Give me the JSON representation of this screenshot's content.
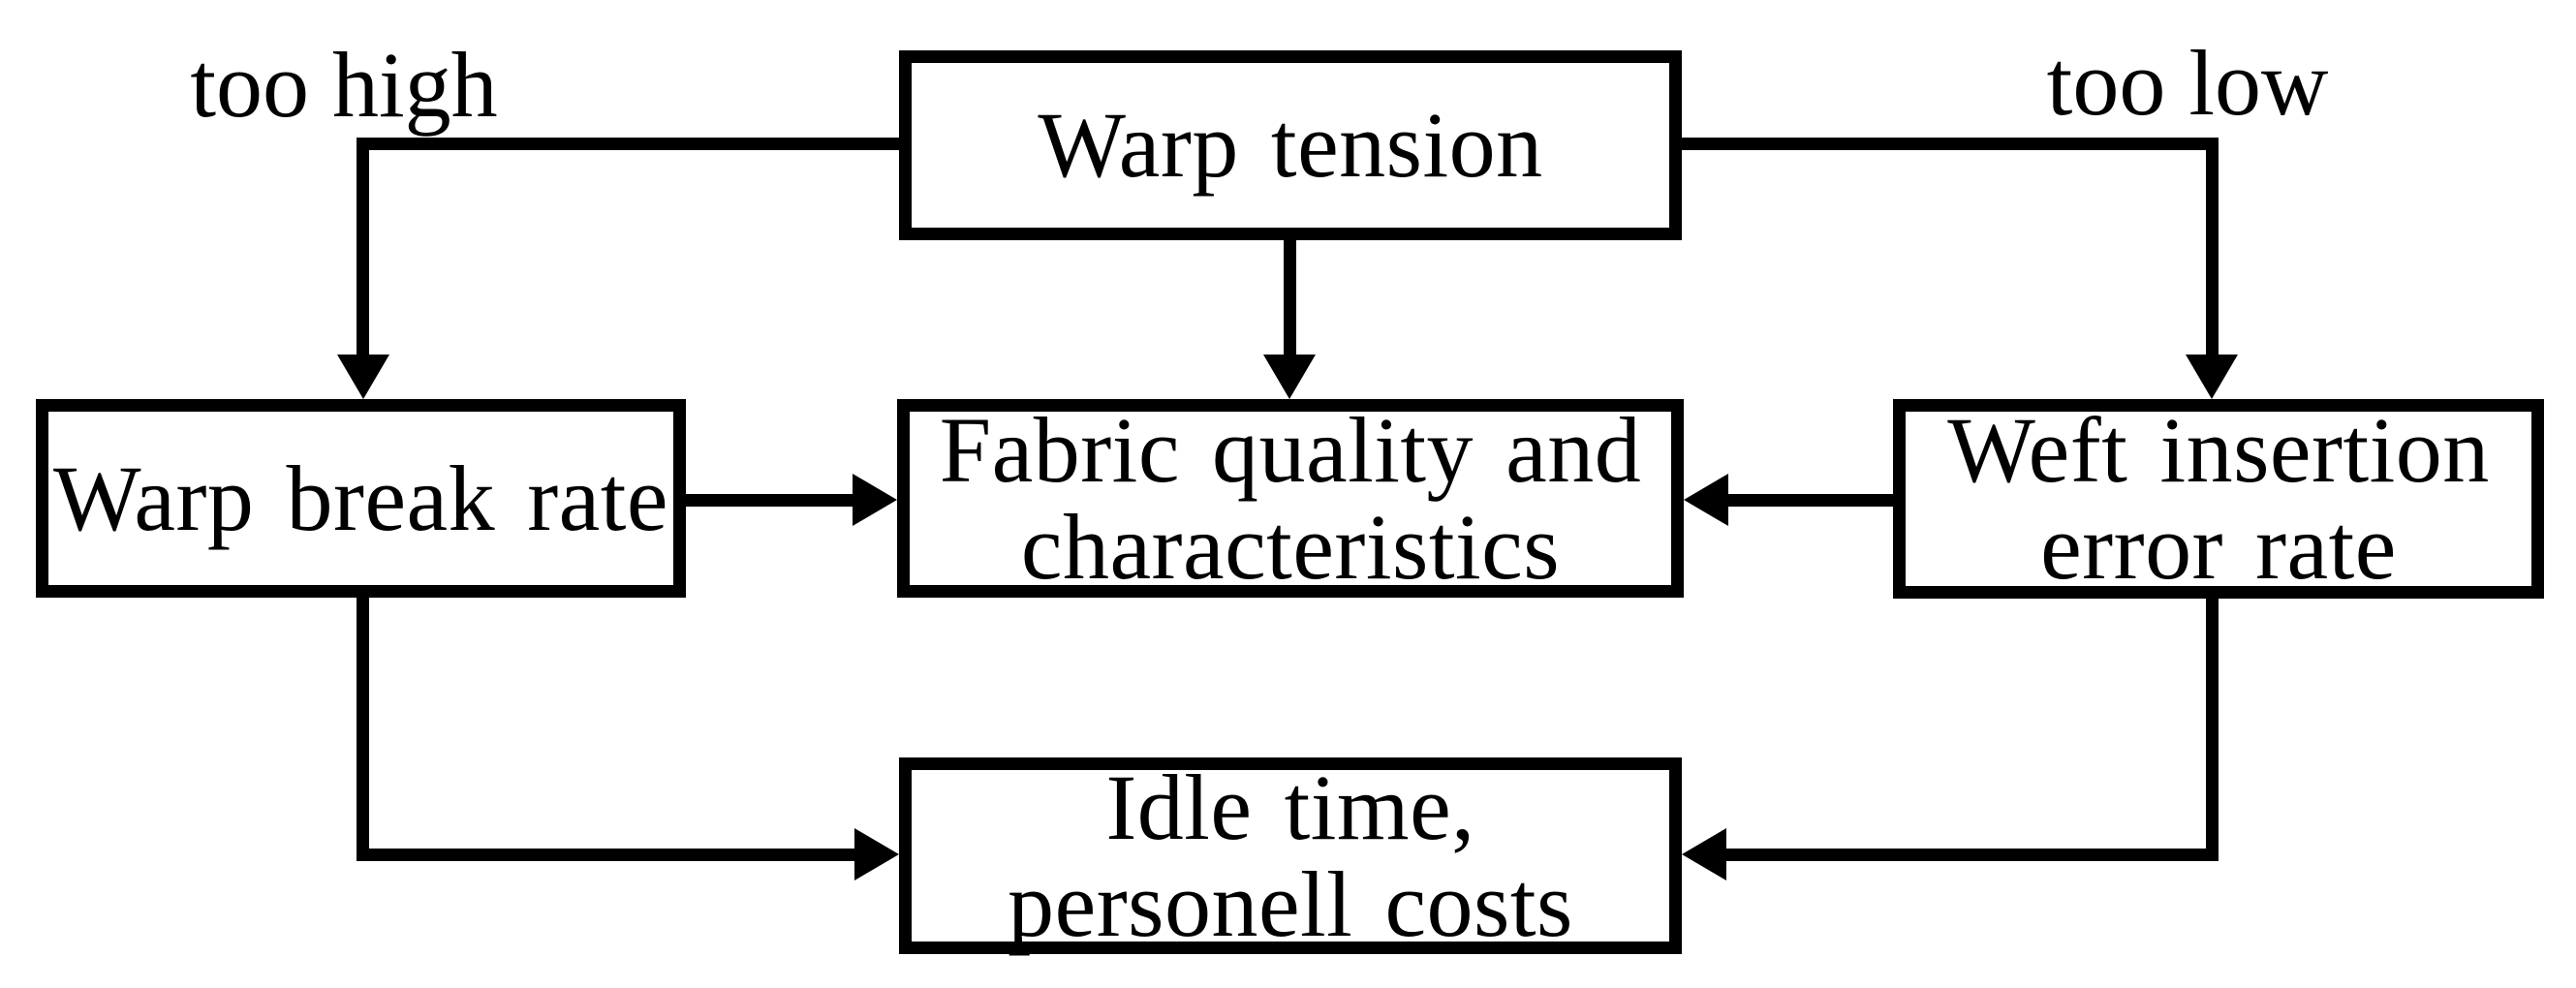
{
  "colors": {
    "background": "#ffffff",
    "line": "#000000",
    "text": "#000000",
    "node_fill": "#ffffff"
  },
  "diagram": {
    "nodes": {
      "warp_tension": {
        "label": "Warp tension"
      },
      "warp_break_rate": {
        "label": "Warp break rate"
      },
      "fabric_quality": {
        "label": "Fabric quality and\ncharacteristics"
      },
      "weft_insertion": {
        "label": "Weft insertion\nerror rate"
      },
      "idle_time": {
        "label": "Idle time,\npersonell costs"
      }
    },
    "edge_labels": {
      "too_high": "too high",
      "too_low": "too low"
    },
    "edges": [
      {
        "from": "Warp tension",
        "to": "Warp break rate",
        "condition": "too high"
      },
      {
        "from": "Warp tension",
        "to": "Fabric quality and characteristics",
        "condition": ""
      },
      {
        "from": "Warp tension",
        "to": "Weft insertion error rate",
        "condition": "too low"
      },
      {
        "from": "Warp break rate",
        "to": "Fabric quality and characteristics",
        "condition": ""
      },
      {
        "from": "Weft insertion error rate",
        "to": "Fabric quality and characteristics",
        "condition": ""
      },
      {
        "from": "Warp break rate",
        "to": "Idle time, personell costs",
        "condition": ""
      },
      {
        "from": "Weft insertion error rate",
        "to": "Idle time, personell costs",
        "condition": ""
      }
    ]
  }
}
